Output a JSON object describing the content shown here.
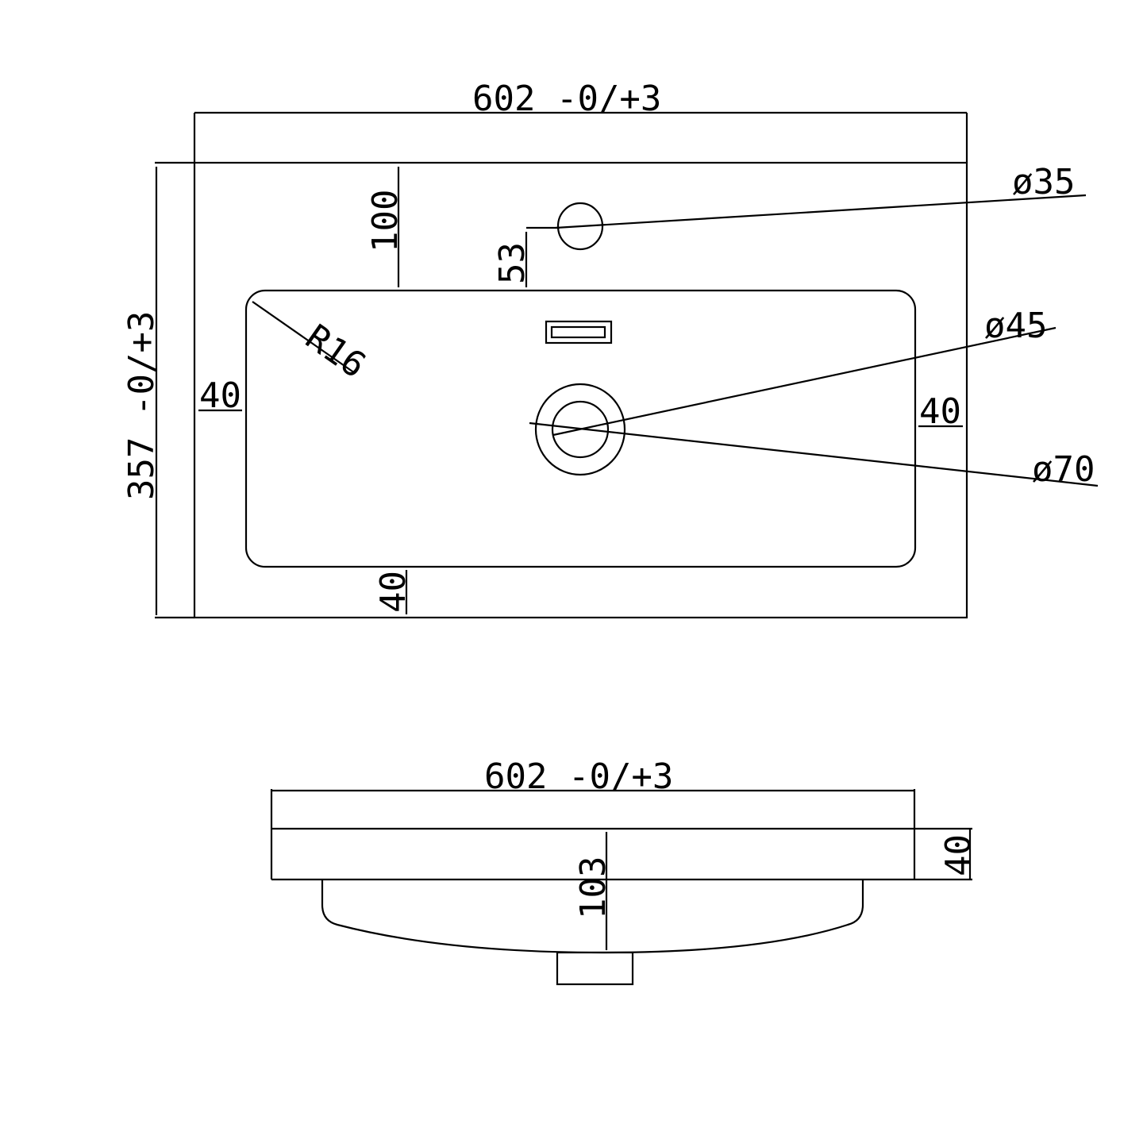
{
  "drawing": {
    "top_view": {
      "width_label": "602  -0/+3",
      "depth_label": "357  -0/+3",
      "tap_hole_offset_label": "100",
      "tap_hole_to_bowl_label": "53",
      "tap_hole_diameter_label": "ø35",
      "corner_radius_label": "R16",
      "left_rim_label": "40",
      "right_rim_label": "40",
      "front_rim_label": "40",
      "waste_inner_diameter_label": "ø45",
      "waste_outer_diameter_label": "ø70"
    },
    "front_view": {
      "width_label": "602  -0/+3",
      "slab_thickness_label": "40",
      "total_depth_label": "103"
    }
  },
  "colors": {
    "line": "#000000",
    "background": "#ffffff"
  }
}
